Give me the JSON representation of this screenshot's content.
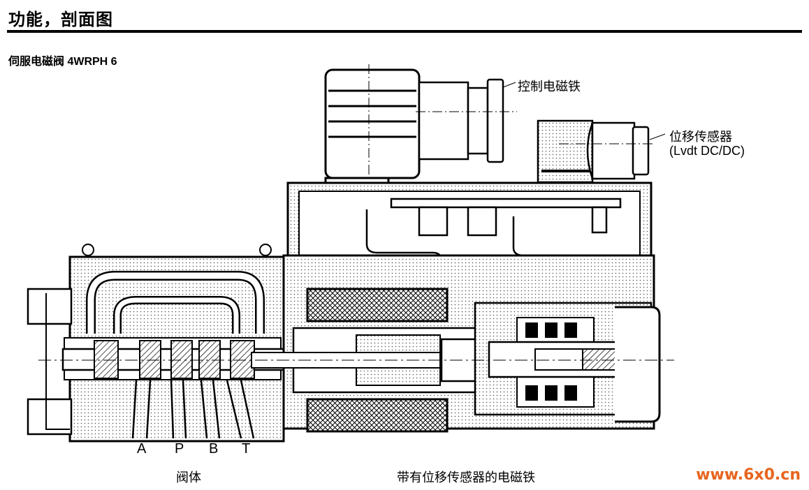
{
  "header": {
    "title": "功能，剖面图",
    "subtitle": "伺服电磁阀 4WRPH 6"
  },
  "labels": {
    "control_solenoid": "控制电磁铁",
    "position_sensor": "位移传感器",
    "sensor_type": "(Lvdt DC/DC)",
    "valve_body": "阀体",
    "solenoid_with_sensor": "带有位移传感器的电磁铁"
  },
  "ports": [
    "A",
    "P",
    "B",
    "T"
  ],
  "watermark": "www.6x0.cn"
}
